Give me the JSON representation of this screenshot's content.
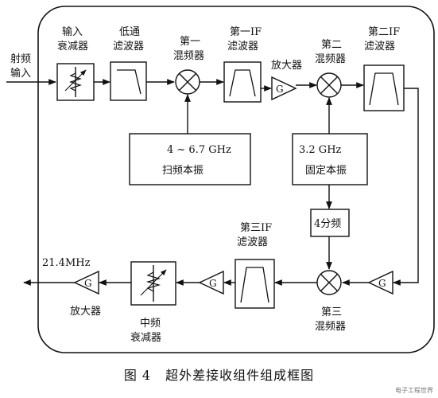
{
  "labels": {
    "rf_input_1": "射频",
    "rf_input_2": "输入",
    "input_attenuator_1": "输入",
    "input_attenuator_2": "衰减器",
    "lowpass_1": "低通",
    "lowpass_2": "滤波器",
    "mixer1_1": "第一",
    "mixer1_2": "混频器",
    "if1_filter_1": "第一IF",
    "if1_filter_2": "滤波器",
    "amp1": "放大器",
    "mixer2_1": "第二",
    "mixer2_2": "混频器",
    "if2_filter_1": "第二IF",
    "if2_filter_2": "滤波器",
    "lo_sweep_freq": "4 ~ 6.7 GHz",
    "lo_sweep_name": "扫频本振",
    "lo_fixed_freq": "3.2 GHz",
    "lo_fixed_name": "固定本振",
    "divider": "4分频",
    "if3_filter_1": "第三IF",
    "if3_filter_2": "滤波器",
    "mixer3_1": "第三",
    "mixer3_2": "混频器",
    "if_attenuator_1": "中频",
    "if_attenuator_2": "衰减器",
    "output_freq": "21.4MHz",
    "amp_out": "放大器",
    "gain_symbol": "G"
  },
  "caption": {
    "figure_no": "图 4",
    "title": "超外差接收组件组成框图"
  },
  "watermark": "电子工程世界"
}
